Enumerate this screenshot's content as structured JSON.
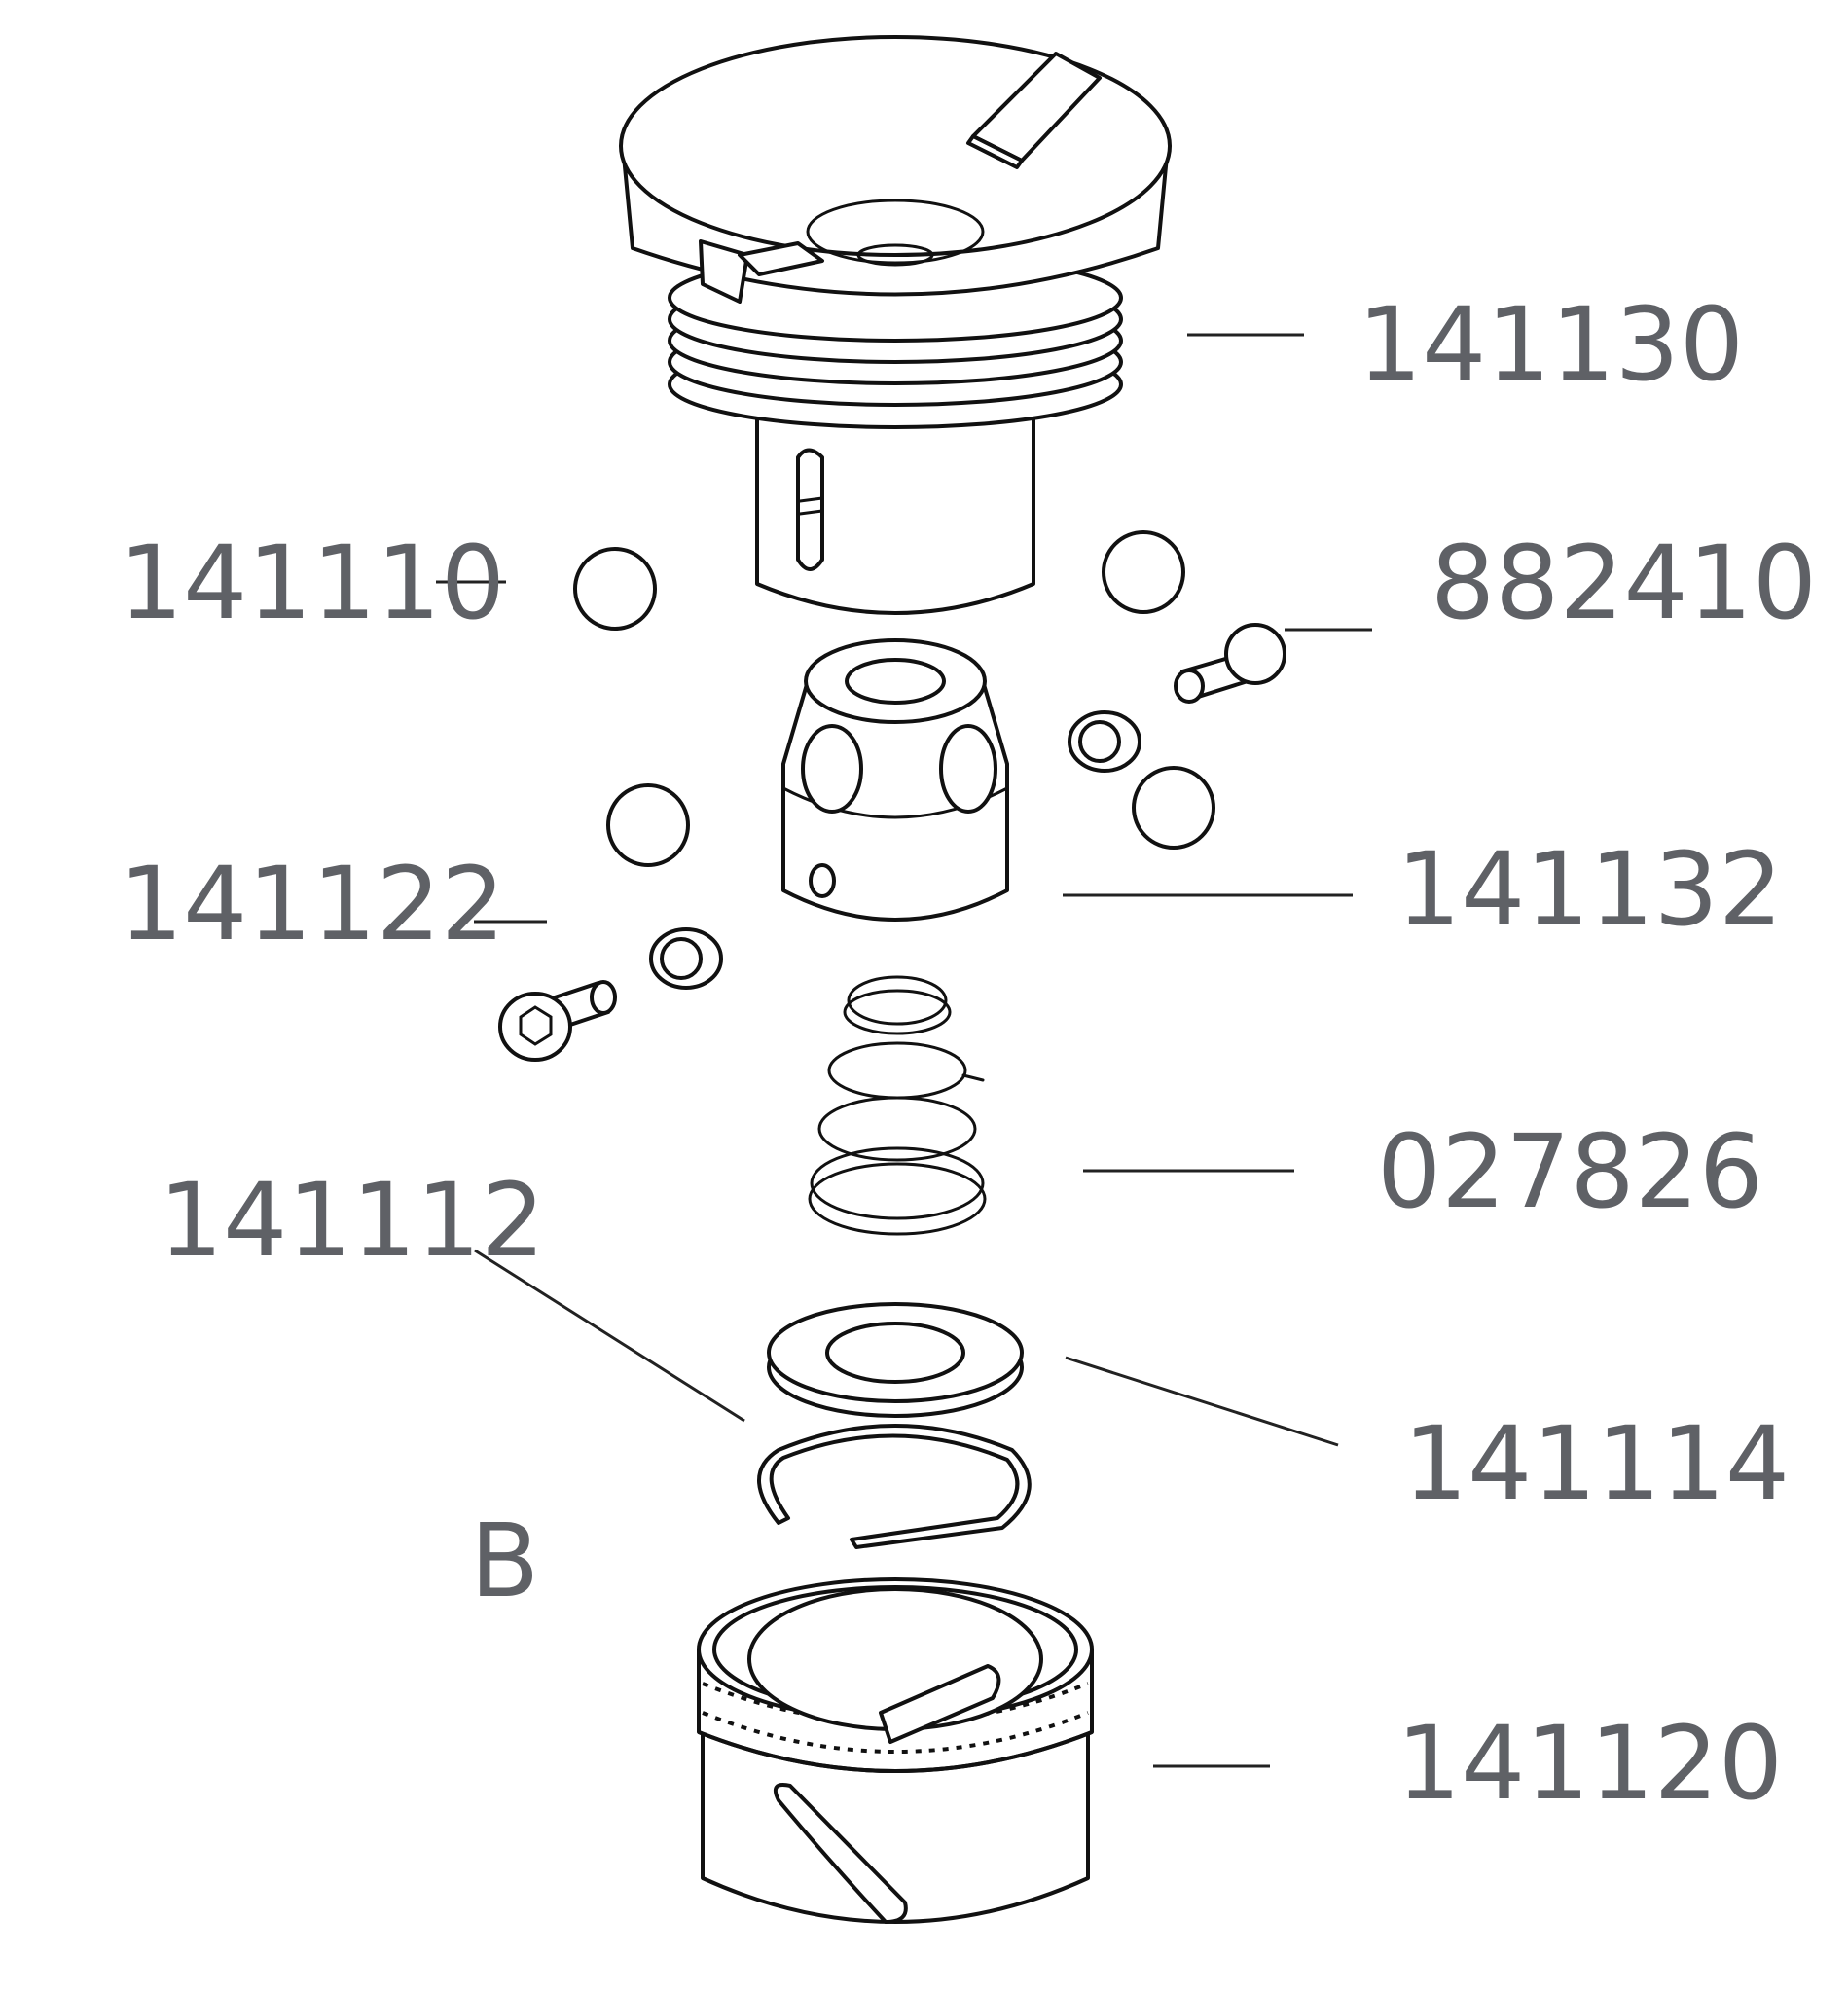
{
  "colors": {
    "line": "#111111",
    "label": "#5f6166",
    "background": "#ffffff"
  },
  "labels": {
    "p141130": "141130",
    "p141110": "141110",
    "p882410": "882410",
    "p141132": "141132",
    "p141122": "141122",
    "p027826": "027826",
    "p141112": "141112",
    "p141114": "141114",
    "p141120": "141120",
    "view": "B"
  }
}
